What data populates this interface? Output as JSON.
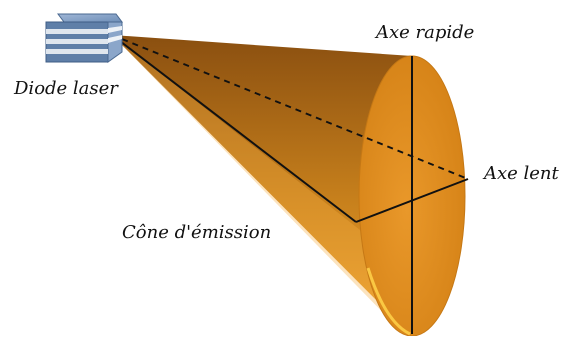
{
  "labels": {
    "diode": "Diode laser",
    "fast_axis": "Axe rapide",
    "slow_axis": "Axe lent",
    "cone": "Cône d'émission"
  },
  "colors": {
    "cone_dark": "#8a4f10",
    "cone_mid": "#c7801c",
    "cone_light": "#f0a531",
    "ellipse_face": "#e08f1e",
    "rim_highlight": "#ffd24a",
    "diode_body": "#6f8fb8",
    "diode_stripes": "#dfe6ee",
    "axis_lines": "#111111"
  },
  "icons": {
    "laser_source": "laser-diode-icon"
  }
}
